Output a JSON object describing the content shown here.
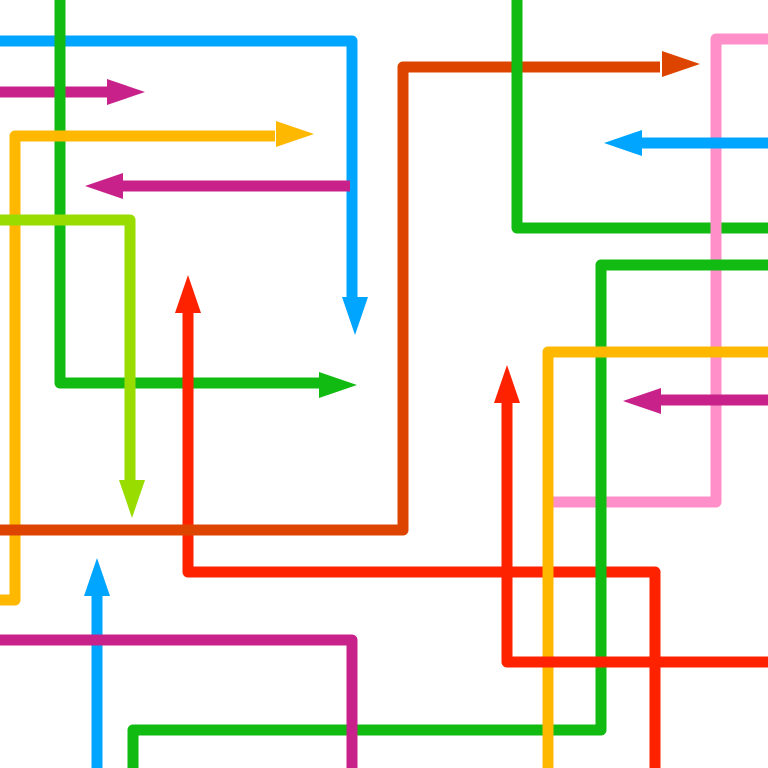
{
  "scene": {
    "background": "#ffffff",
    "description_free": true
  },
  "arrows": [
    {
      "id": "blue-top-down",
      "color": "#00a5ff",
      "icon": "arrow-down-icon"
    },
    {
      "id": "magenta-top-right",
      "color": "#c8228a",
      "icon": "arrow-right-icon"
    },
    {
      "id": "green-left-right",
      "color": "#11bb11",
      "icon": "arrow-right-icon"
    },
    {
      "id": "yellow-left-right",
      "color": "#ffb800",
      "icon": "arrow-right-icon"
    },
    {
      "id": "magenta-mid-left",
      "color": "#c8228a",
      "icon": "arrow-left-icon"
    },
    {
      "id": "lime-down",
      "color": "#99dd00",
      "icon": "arrow-down-icon"
    },
    {
      "id": "red-up-left",
      "color": "#ff2200",
      "icon": "arrow-up-icon"
    },
    {
      "id": "orange-long-right",
      "color": "#dd4400",
      "icon": "arrow-right-icon"
    },
    {
      "id": "green-top-right",
      "color": "#11bb11",
      "icon": "line"
    },
    {
      "id": "pink-right",
      "color": "#ff8fc8",
      "icon": "line"
    },
    {
      "id": "blue-right-left",
      "color": "#00a5ff",
      "icon": "arrow-left-icon"
    },
    {
      "id": "green-right-long",
      "color": "#11bb11",
      "icon": "line"
    },
    {
      "id": "yellow-right",
      "color": "#ffb800",
      "icon": "line"
    },
    {
      "id": "magenta-right-left",
      "color": "#c8228a",
      "icon": "arrow-left-icon"
    },
    {
      "id": "red-up-right",
      "color": "#ff2200",
      "icon": "arrow-up-icon"
    },
    {
      "id": "blue-bottom-up",
      "color": "#00a5ff",
      "icon": "arrow-up-icon"
    },
    {
      "id": "magenta-bottom",
      "color": "#c8228a",
      "icon": "line"
    }
  ]
}
